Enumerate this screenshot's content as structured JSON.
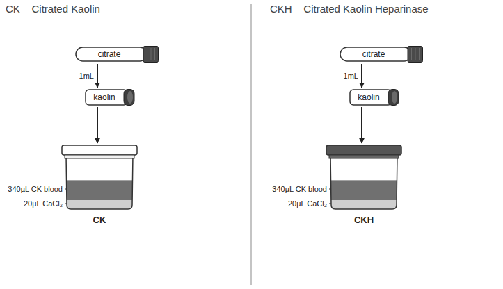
{
  "diagram": {
    "nodes": [
      {
        "text": [
          "citrate"
        ]
      },
      {
        "text": [
          "kaolin"
        ]
      },
      {
        "text": [
          "CK"
        ]
      },
      {
        "text": [
          "citrate"
        ]
      },
      {
        "text": [
          "kaolin"
        ]
      },
      {
        "text": [
          "CKH"
        ]
      }
    ],
    "edges": [
      {
        "from": 0,
        "to": 1,
        "label": "1mL",
        "arrow": "to"
      },
      {
        "from": 1,
        "to": 2,
        "arrow": "to"
      },
      {
        "from": 3,
        "to": 4,
        "label": "1mL",
        "arrow": "to"
      },
      {
        "from": 4,
        "to": 5,
        "arrow": "to"
      }
    ],
    "labels": [
      "CK – Citrated Kaolin",
      "CKH – Citrated Kaolin Heparinase",
      "340µL CK blood",
      "20µL CaCl₂",
      "340µL CK blood",
      "20µL CaCl₂"
    ]
  }
}
